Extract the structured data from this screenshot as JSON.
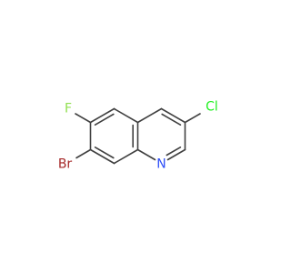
{
  "molecule": {
    "atoms": {
      "F": {
        "label": "F",
        "color": "#90e050"
      },
      "Br": {
        "label": "Br",
        "color": "#a62929"
      },
      "N": {
        "label": "N",
        "color": "#3050f8"
      },
      "Cl": {
        "label": "Cl",
        "color": "#1ff01f"
      }
    },
    "bond_color": "#404040"
  }
}
